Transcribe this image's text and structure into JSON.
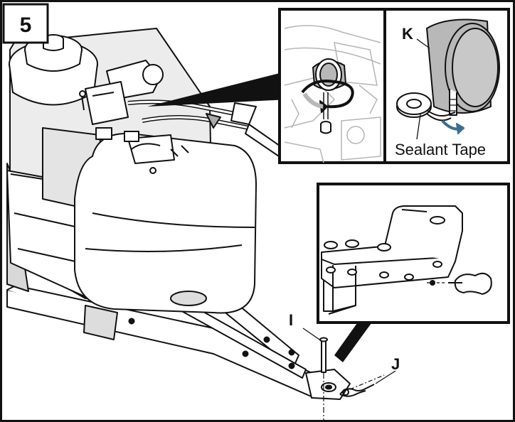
{
  "figure": {
    "step_number": "5",
    "labels": {
      "pin": "I",
      "clip": "J",
      "fitting": "K",
      "sealant_caption": "Sealant Tape"
    },
    "colors": {
      "outline": "#111111",
      "part_fill": "#ffffff",
      "gauge_fill": "#b8b8b8",
      "shade": "#9a9a9a"
    }
  }
}
